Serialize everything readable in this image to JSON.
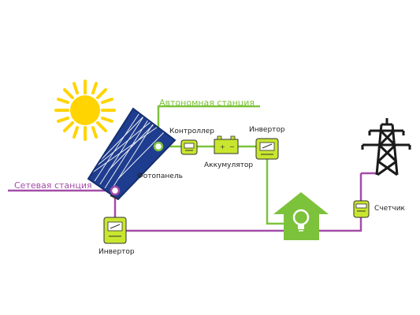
{
  "labels": {
    "autonomous_station": "Автономная станция",
    "grid_station": "Сетевая станция",
    "controller": "Контроллер",
    "inverter_top": "Инвертор",
    "battery": "Аккумулятор",
    "solar_panel": "Фотопанель",
    "meter": "Счетчик",
    "inverter_bottom": "Инвертор"
  },
  "colors": {
    "autonomous_line": "#7dc23b",
    "grid_line": "#a34da8",
    "device_fill": "#c9e62f",
    "house_fill": "#7dc23b",
    "sun": "#ffd400",
    "panel": "#1f3d8f",
    "tower": "#1a1a1a"
  },
  "icons": [
    "sun-icon",
    "solar-panel-icon",
    "controller-icon",
    "battery-icon",
    "inverter-icon",
    "house-lightbulb-icon",
    "meter-icon",
    "power-tower-icon"
  ]
}
